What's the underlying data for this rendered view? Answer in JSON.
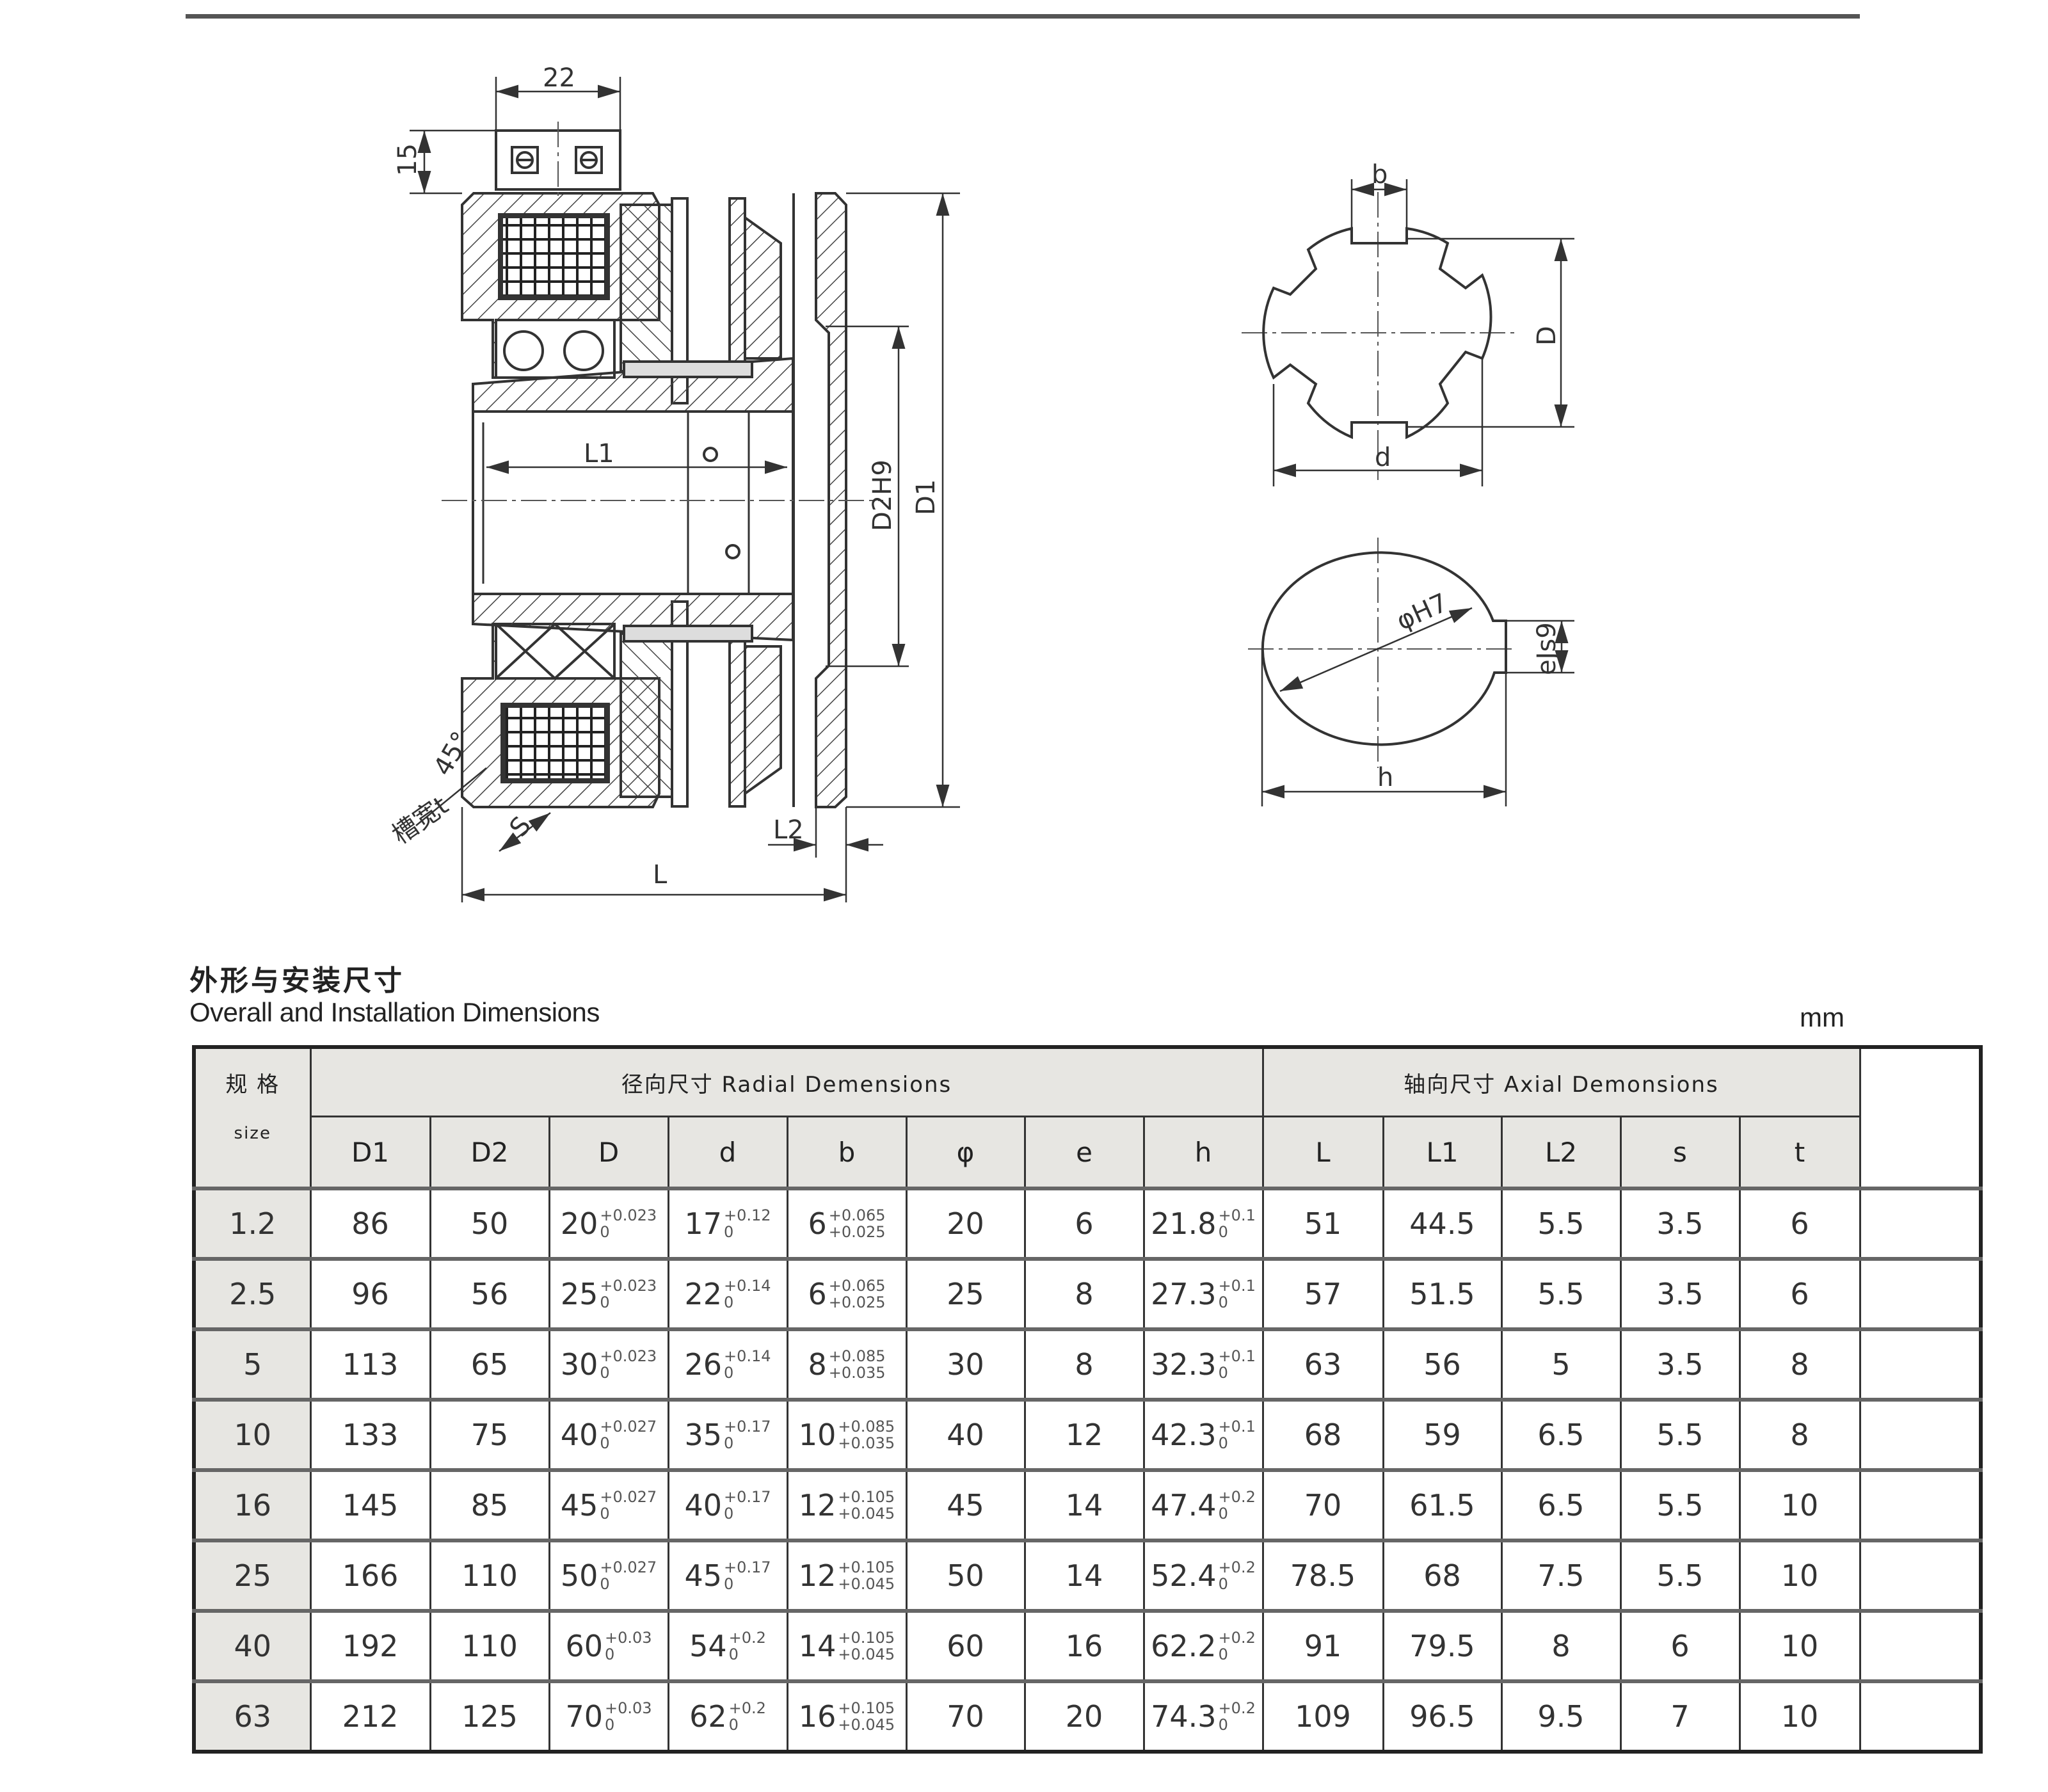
{
  "drawing": {
    "labels": {
      "terminal_width": "22",
      "terminal_height": "15",
      "L1": "L1",
      "D2H9": "D2H9",
      "D1": "D1",
      "angle": "45°",
      "groove": "槽宽t",
      "S": "S",
      "L2": "L2",
      "L": "L",
      "spline_b": "b",
      "spline_D": "D",
      "spline_d": "d",
      "bore_phiH7": "φH7",
      "key_eJs9": "eJs9",
      "key_h": "h"
    }
  },
  "section": {
    "title_cn": "外形与安装尺寸",
    "title_en": "Overall and Installation Dimensions",
    "unit": "mm"
  },
  "table": {
    "size_cn": "规 格",
    "size_en": "size",
    "radial_group": "径向尺寸  Radial Demensions",
    "axial_group": "轴向尺寸  Axial Demonsions",
    "columns": [
      "D1",
      "D2",
      "D",
      "d",
      "b",
      "φ",
      "e",
      "h",
      "L",
      "L1",
      "L2",
      "s",
      "t"
    ],
    "rows": [
      {
        "size": "1.2",
        "D1": "86",
        "D2": "50",
        "D": [
          "20",
          "+0.023",
          "0"
        ],
        "d": [
          "17",
          "+0.12",
          "0"
        ],
        "b": [
          "6",
          "+0.065",
          "+0.025"
        ],
        "phi": "20",
        "e": "6",
        "h": [
          "21.8",
          "+0.1",
          "0"
        ],
        "L": "51",
        "L1": "44.5",
        "L2": "5.5",
        "s": "3.5",
        "t": "6"
      },
      {
        "size": "2.5",
        "D1": "96",
        "D2": "56",
        "D": [
          "25",
          "+0.023",
          "0"
        ],
        "d": [
          "22",
          "+0.14",
          "0"
        ],
        "b": [
          "6",
          "+0.065",
          "+0.025"
        ],
        "phi": "25",
        "e": "8",
        "h": [
          "27.3",
          "+0.1",
          "0"
        ],
        "L": "57",
        "L1": "51.5",
        "L2": "5.5",
        "s": "3.5",
        "t": "6"
      },
      {
        "size": "5",
        "D1": "113",
        "D2": "65",
        "D": [
          "30",
          "+0.023",
          "0"
        ],
        "d": [
          "26",
          "+0.14",
          "0"
        ],
        "b": [
          "8",
          "+0.085",
          "+0.035"
        ],
        "phi": "30",
        "e": "8",
        "h": [
          "32.3",
          "+0.1",
          "0"
        ],
        "L": "63",
        "L1": "56",
        "L2": "5",
        "s": "3.5",
        "t": "8"
      },
      {
        "size": "10",
        "D1": "133",
        "D2": "75",
        "D": [
          "40",
          "+0.027",
          "0"
        ],
        "d": [
          "35",
          "+0.17",
          "0"
        ],
        "b": [
          "10",
          "+0.085",
          "+0.035"
        ],
        "phi": "40",
        "e": "12",
        "h": [
          "42.3",
          "+0.1",
          "0"
        ],
        "L": "68",
        "L1": "59",
        "L2": "6.5",
        "s": "5.5",
        "t": "8"
      },
      {
        "size": "16",
        "D1": "145",
        "D2": "85",
        "D": [
          "45",
          "+0.027",
          "0"
        ],
        "d": [
          "40",
          "+0.17",
          "0"
        ],
        "b": [
          "12",
          "+0.105",
          "+0.045"
        ],
        "phi": "45",
        "e": "14",
        "h": [
          "47.4",
          "+0.2",
          "0"
        ],
        "L": "70",
        "L1": "61.5",
        "L2": "6.5",
        "s": "5.5",
        "t": "10"
      },
      {
        "size": "25",
        "D1": "166",
        "D2": "110",
        "D": [
          "50",
          "+0.027",
          "0"
        ],
        "d": [
          "45",
          "+0.17",
          "0"
        ],
        "b": [
          "12",
          "+0.105",
          "+0.045"
        ],
        "phi": "50",
        "e": "14",
        "h": [
          "52.4",
          "+0.2",
          "0"
        ],
        "L": "78.5",
        "L1": "68",
        "L2": "7.5",
        "s": "5.5",
        "t": "10"
      },
      {
        "size": "40",
        "D1": "192",
        "D2": "110",
        "D": [
          "60",
          "+0.03",
          "0"
        ],
        "d": [
          "54",
          "+0.2",
          "0"
        ],
        "b": [
          "14",
          "+0.105",
          "+0.045"
        ],
        "phi": "60",
        "e": "16",
        "h": [
          "62.2",
          "+0.2",
          "0"
        ],
        "L": "91",
        "L1": "79.5",
        "L2": "8",
        "s": "6",
        "t": "10"
      },
      {
        "size": "63",
        "D1": "212",
        "D2": "125",
        "D": [
          "70",
          "+0.03",
          "0"
        ],
        "d": [
          "62",
          "+0.2",
          "0"
        ],
        "b": [
          "16",
          "+0.105",
          "+0.045"
        ],
        "phi": "70",
        "e": "20",
        "h": [
          "74.3",
          "+0.2",
          "0"
        ],
        "L": "109",
        "L1": "96.5",
        "L2": "9.5",
        "s": "7",
        "t": "10"
      }
    ]
  }
}
